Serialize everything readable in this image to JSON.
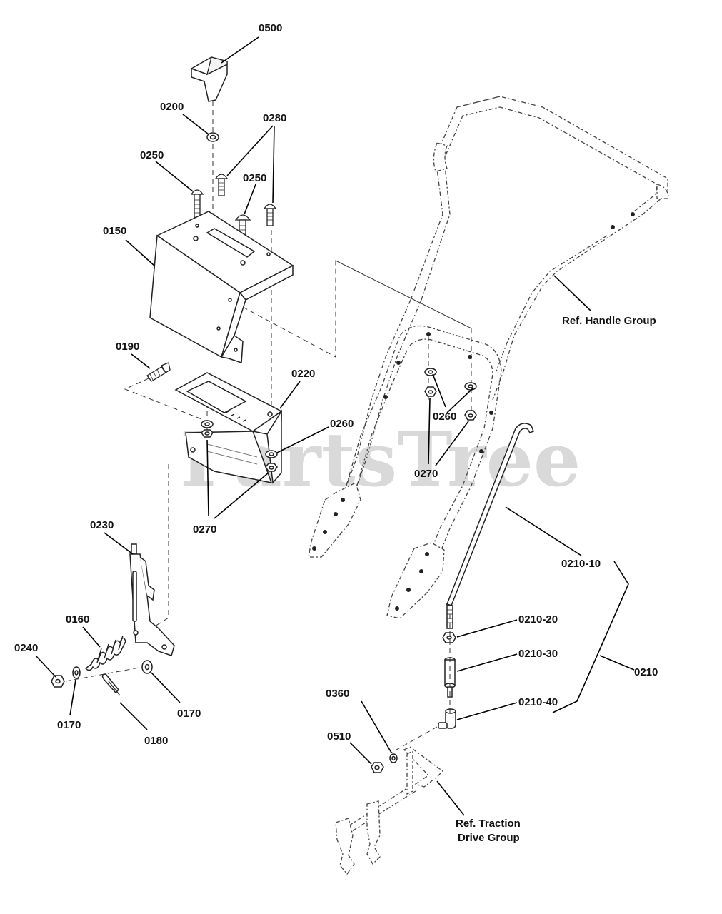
{
  "watermark": "PartsTree",
  "callouts": {
    "c0500": "0500",
    "c0200": "0200",
    "c0280": "0280",
    "c0250a": "0250",
    "c0250b": "0250",
    "c0150": "0150",
    "c0190": "0190",
    "c0220": "0220",
    "c0260a": "0260",
    "c0270a": "0270",
    "c0260b": "0260",
    "c0270b": "0270",
    "c0230": "0230",
    "c0160": "0160",
    "c0240": "0240",
    "c0170a": "0170",
    "c0170b": "0170",
    "c0180": "0180",
    "c0210_10": "0210-10",
    "c0210_20": "0210-20",
    "c0210_30": "0210-30",
    "c0210_40": "0210-40",
    "c0210": "0210",
    "c0360": "0360",
    "c0510": "0510"
  },
  "references": {
    "handle_group": "Ref. Handle Group",
    "traction_line1": "Ref. Traction",
    "traction_line2": "Drive Group"
  }
}
